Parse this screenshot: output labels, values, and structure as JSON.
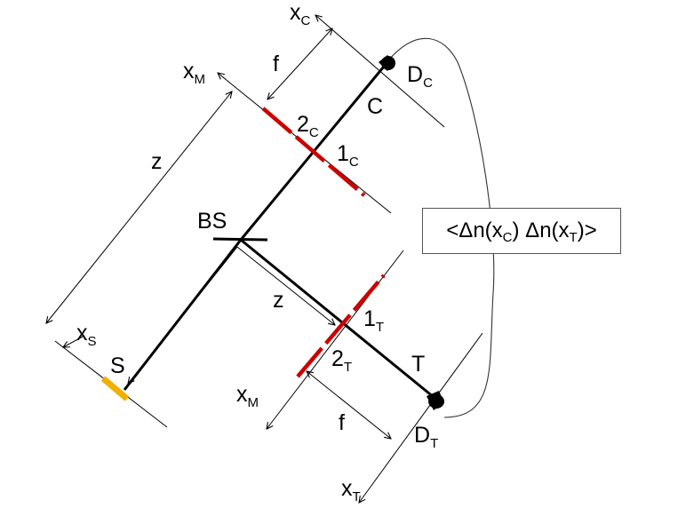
{
  "colors": {
    "line": "#000000",
    "thin": "#333333",
    "mirror_red": "#cc0000",
    "source_orange": "#f0b000"
  },
  "labels": {
    "xC": {
      "main": "x",
      "sub": "C"
    },
    "xM_top": {
      "main": "x",
      "sub": "M"
    },
    "f_top": {
      "main": "f"
    },
    "DC": {
      "main": "D",
      "sub": "C"
    },
    "C": {
      "main": "C"
    },
    "two_C": {
      "main": "2",
      "sub": "C"
    },
    "one_C": {
      "main": "1",
      "sub": "C"
    },
    "z_left": {
      "main": "z"
    },
    "BS": {
      "main": "BS"
    },
    "z_mid": {
      "main": "z"
    },
    "xS": {
      "main": "x",
      "sub": "S"
    },
    "S": {
      "main": "S"
    },
    "one_T": {
      "main": "1",
      "sub": "T"
    },
    "two_T": {
      "main": "2",
      "sub": "T"
    },
    "T": {
      "main": "T"
    },
    "xM_bot": {
      "main": "x",
      "sub": "M"
    },
    "f_bot": {
      "main": "f"
    },
    "DT": {
      "main": "D",
      "sub": "T"
    },
    "xT": {
      "main": "x",
      "sub": "T"
    }
  },
  "correlation": {
    "open": "<Δn(x",
    "sub1": "C",
    "mid": ") Δn(x",
    "sub2": "T",
    "close": ")>"
  }
}
